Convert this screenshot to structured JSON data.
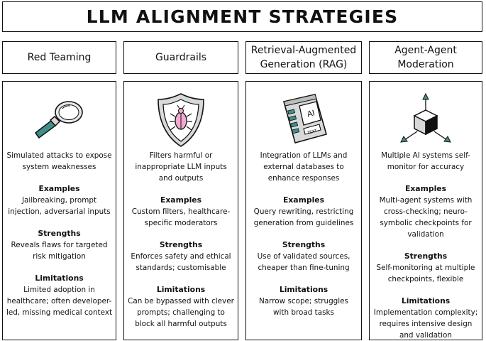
{
  "title": "LLM ALIGNMENT STRATEGIES",
  "columns": [
    {
      "header": [
        "Red Teaming"
      ],
      "icon": "magnifying-glass-icon",
      "description": [
        "Simulated attacks to expose",
        "system weaknesses"
      ],
      "examples_label": "Examples",
      "examples": [
        "Jailbreaking, prompt",
        "injection, adversarial inputs"
      ],
      "strengths_label": "Strengths",
      "strengths": [
        "Reveals flaws for targeted",
        "risk mitigation"
      ],
      "limitations_label": "Limitations",
      "limitations": [
        "Limited adoption in",
        "healthcare; often developer-",
        "led, missing medical context"
      ]
    },
    {
      "header": [
        "Guardrails"
      ],
      "icon": "shield-bug-icon",
      "description": [
        "Filters harmful or",
        "inappropriate LLM inputs",
        "and outputs"
      ],
      "examples_label": "Examples",
      "examples": [
        "Custom filters, healthcare-",
        "specific moderators"
      ],
      "strengths_label": "Strengths",
      "strengths": [
        "Enforces safety and ethical",
        "standards; customisable"
      ],
      "limitations_label": "Limitations",
      "limitations": [
        "Can be bypassed with clever",
        "prompts; challenging to",
        "block all harmful outputs"
      ]
    },
    {
      "header": [
        "Retrieval-Augmented",
        "Generation (RAG)"
      ],
      "icon": "ai-device-icon",
      "icon_text": {
        "screen": "AI",
        "label": "TEXT"
      },
      "description": [
        "Integration of LLMs and",
        "external databases to",
        "enhance responses"
      ],
      "examples_label": "Examples",
      "examples": [
        "Query rewriting, restricting",
        "generation from guidelines"
      ],
      "strengths_label": "Strengths",
      "strengths": [
        "Use of validated sources,",
        "cheaper than fine-tuning"
      ],
      "limitations_label": "Limitations",
      "limitations": [
        "Narrow scope; struggles",
        "with broad tasks"
      ]
    },
    {
      "header": [
        "Agent-Agent",
        "Moderation"
      ],
      "icon": "cube-arrows-icon",
      "description": [
        "Multiple AI systems self-",
        "monitor for accuracy"
      ],
      "examples_label": "Examples",
      "examples": [
        "Multi-agent systems with",
        "cross-checking; neuro-",
        "symbolic checkpoints for",
        "validation"
      ],
      "strengths_label": "Strengths",
      "strengths": [
        "Self-monitoring at multiple",
        "checkpoints, flexible"
      ],
      "limitations_label": "Limitations",
      "limitations": [
        "Implementation complexity;",
        "requires intensive design",
        "and validation"
      ]
    }
  ]
}
